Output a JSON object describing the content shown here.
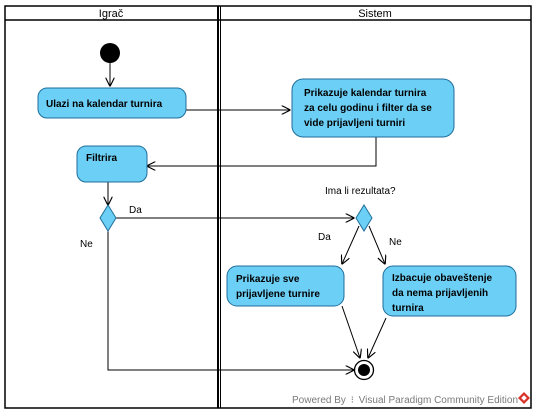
{
  "lanes": [
    {
      "id": "igrac",
      "title": "Igrač"
    },
    {
      "id": "sistem",
      "title": "Sistem"
    }
  ],
  "nodes": {
    "ulazi": {
      "text": "Ulazi na kalendar turnira"
    },
    "prikazuje_kalendar": {
      "lines": [
        "Prikazuje kalendar turnira",
        "za celu godinu i filter da se",
        "vide prijavljeni turniri"
      ]
    },
    "filtrira": {
      "text": "Filtrira"
    },
    "prikazuje_sve": {
      "lines": [
        "Prikazuje sve",
        "prijavljene turnire"
      ]
    },
    "izbacuje": {
      "lines": [
        "Izbacuje obaveštenje",
        "da nema prijavljenih",
        "turnira"
      ]
    }
  },
  "decision_question": "Ima li rezultata?",
  "edge_labels": {
    "left_da": "Da",
    "left_ne": "Ne",
    "right_da": "Da",
    "right_ne": "Ne"
  },
  "watermark": {
    "prefix": "Powered By",
    "separator": "⁝",
    "product": "Visual Paradigm Community Edition"
  },
  "colors": {
    "node_fill": "#6ccff6",
    "node_stroke": "#1f6e9a",
    "line": "#000000",
    "watermark_icon": "#d9342b"
  }
}
